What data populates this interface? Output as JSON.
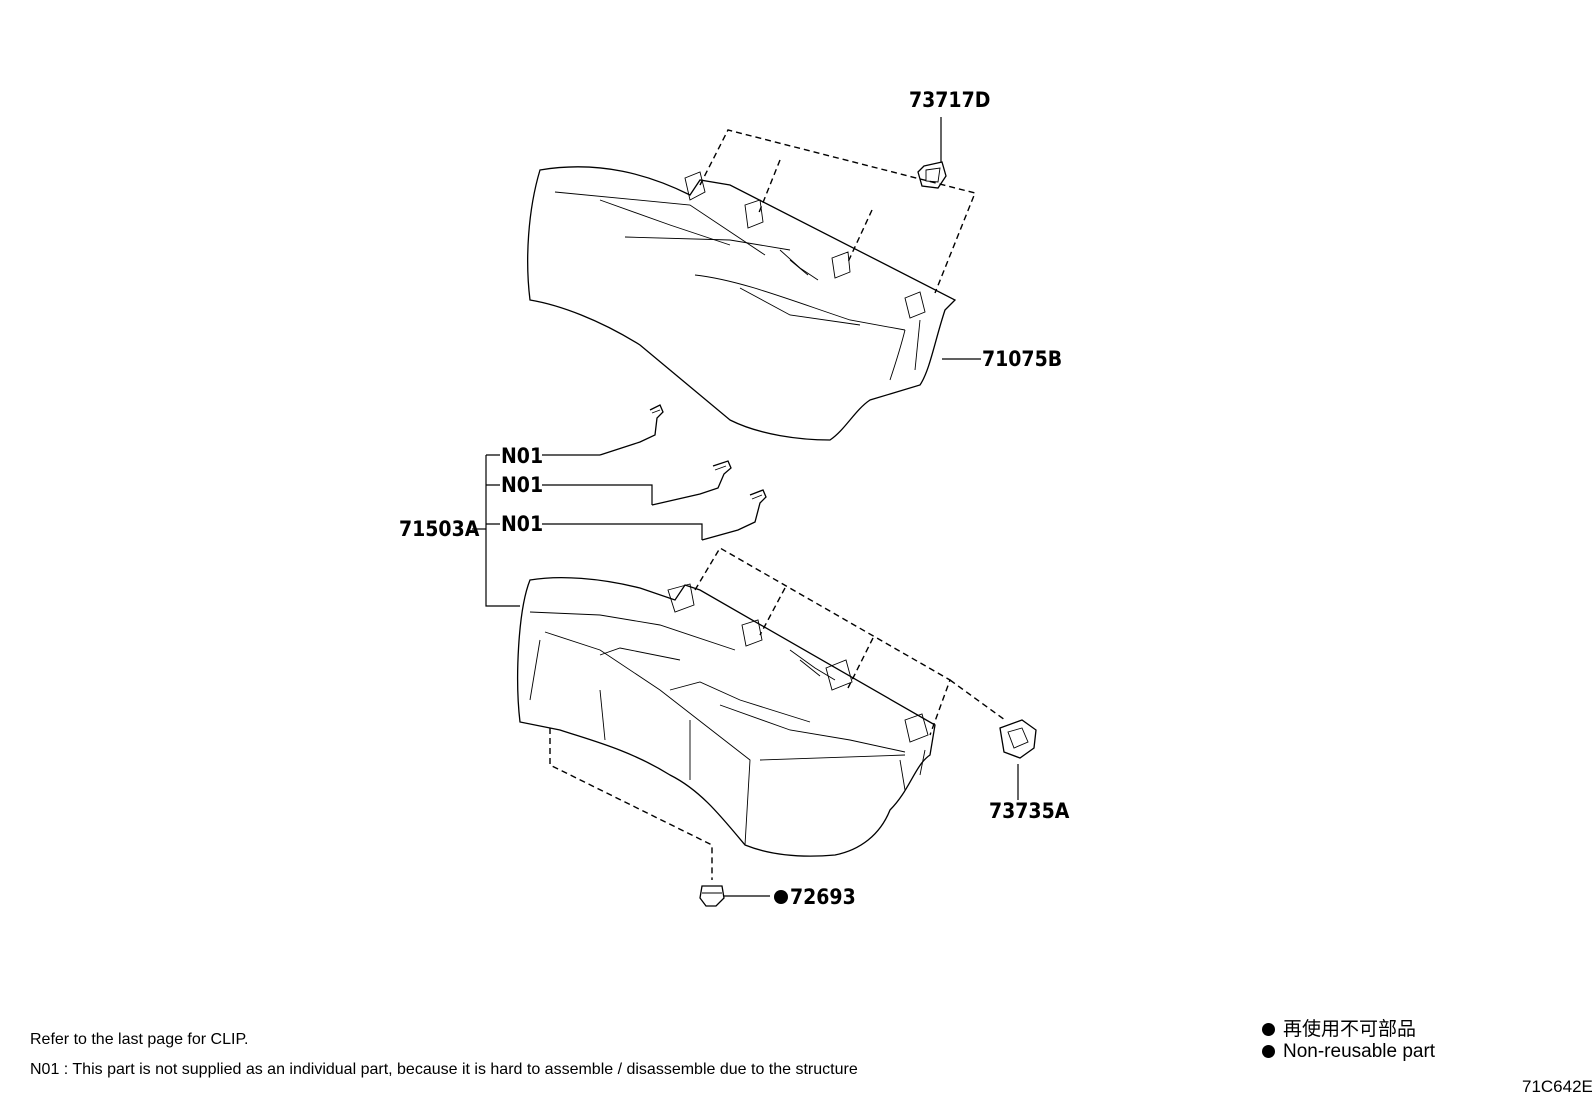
{
  "parts": {
    "p73717d": "73717D",
    "p71075b": "71075B",
    "pn01_a": "N01",
    "pn01_b": "N01",
    "pn01_c": "N01",
    "p71503a": "71503A",
    "p73735a": "73735A",
    "p72693": "72693"
  },
  "notes": {
    "clip_ref": "Refer to the last page for CLIP.",
    "n01_note": "N01 : This part is not supplied as an individual part, because it is hard to assemble / disassemble due to the structure"
  },
  "legend": {
    "jp": "再使用不可部品",
    "en": "Non-reusable part"
  },
  "diagram_code": "71C642E"
}
